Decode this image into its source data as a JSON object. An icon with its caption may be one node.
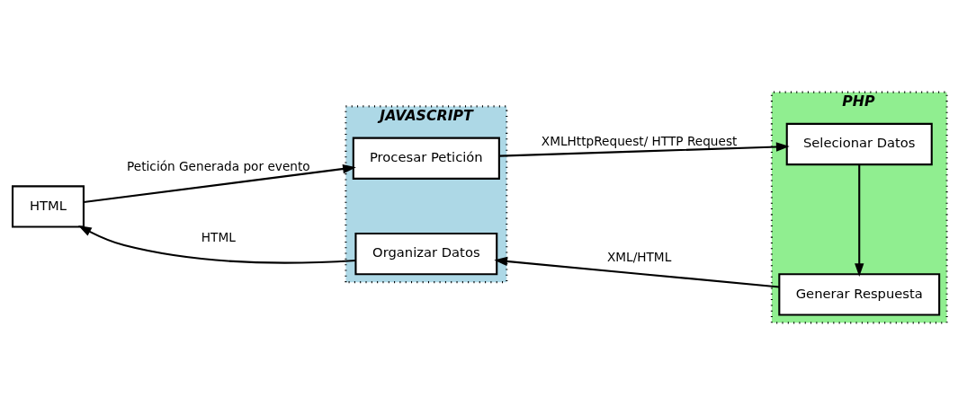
{
  "diagram": {
    "nodes": [
      {
        "text": [
          "HTML"
        ]
      },
      {
        "text": [
          "JAVASCRIPT"
        ]
      },
      {
        "text": [
          "Procesar Petición"
        ],
        "in": 1
      },
      {
        "text": [
          "Organizar Datos"
        ],
        "in": 1
      },
      {
        "text": [
          "PHP"
        ]
      },
      {
        "text": [
          "Selecionar Datos"
        ],
        "in": 4
      },
      {
        "text": [
          "Generar Respuesta"
        ],
        "in": 4
      }
    ],
    "edges": [
      {
        "from": 0,
        "to": 2,
        "arrow": "to",
        "label": "Petición Generada por evento"
      },
      {
        "from": 2,
        "to": 5,
        "arrow": "to",
        "label": "XMLHttpRequest/ HTTP Request"
      },
      {
        "from": 5,
        "to": 6,
        "arrow": "to"
      },
      {
        "from": 6,
        "to": 3,
        "arrow": "to",
        "label": "XML/HTML"
      },
      {
        "from": 3,
        "to": 0,
        "arrow": "to",
        "label": "HTML"
      }
    ]
  }
}
